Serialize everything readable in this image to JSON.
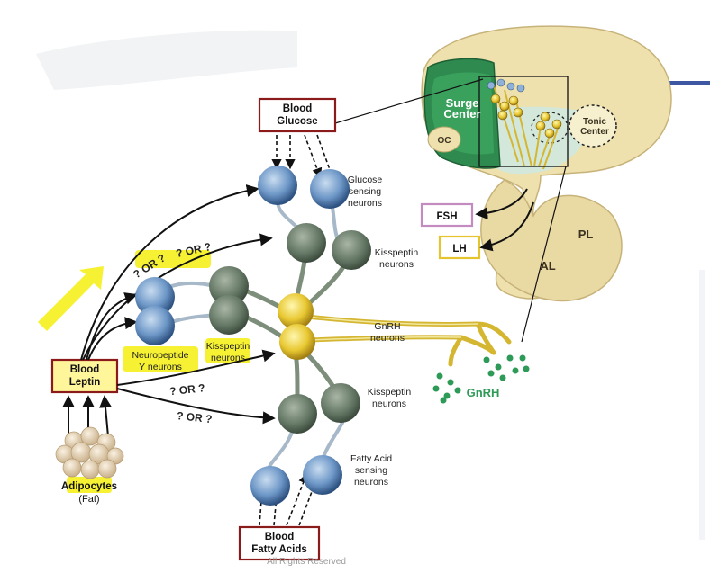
{
  "boxes": {
    "glucose_line1": "Blood",
    "glucose_line2": "Glucose",
    "fatty_line1": "Blood",
    "fatty_line2": "Fatty Acids",
    "leptin_line1": "Blood",
    "leptin_line2": "Leptin"
  },
  "labels": {
    "glucose_sensing": [
      "Glucose",
      "sensing",
      "neurons"
    ],
    "kisspeptin_top": [
      "Kisspeptin",
      "neurons"
    ],
    "npy": [
      "Neuropeptide",
      "Y neurons"
    ],
    "kisspeptin_mid": [
      "Kisspeptin",
      "neurons"
    ],
    "gnrh_neurons": [
      "GnRH",
      "neurons"
    ],
    "kisspeptin_bottom": [
      "Kisspeptin",
      "neurons"
    ],
    "fatty_sensing": [
      "Fatty Acid",
      "sensing",
      "neurons"
    ],
    "gnrh": "GnRH",
    "or_q": "? OR ?",
    "adipocytes": "Adipocytes",
    "fat": "(Fat)"
  },
  "hormones": {
    "fsh": "FSH",
    "lh": "LH"
  },
  "pituitary": {
    "surge_line1": "Surge",
    "surge_line2": "Center",
    "tonic_line1": "Tonic",
    "tonic_line2": "Center",
    "oc": "OC",
    "pl": "PL",
    "al": "AL"
  },
  "footer": {
    "copyright": "All Rights Reserved"
  }
}
